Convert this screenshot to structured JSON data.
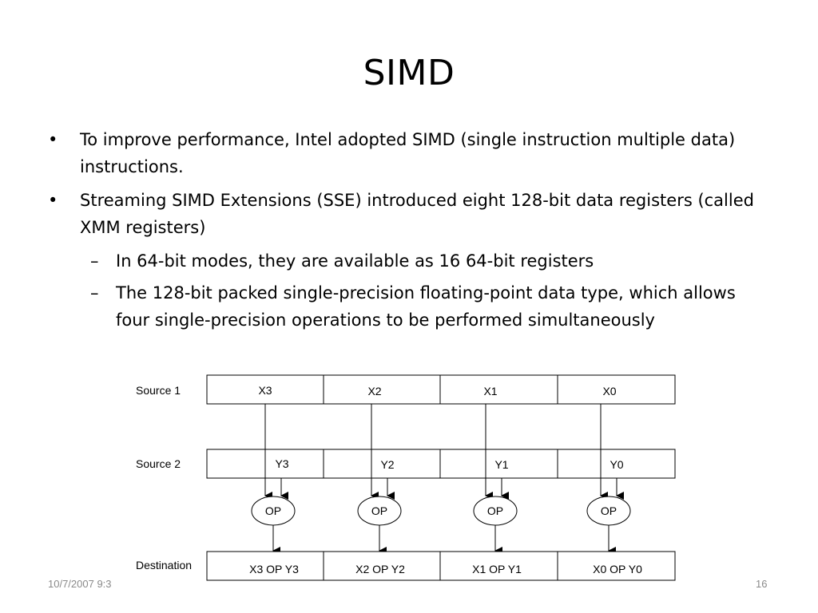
{
  "slide": {
    "title": "SIMD",
    "bullets": [
      {
        "marker": "•",
        "text": "To improve performance, Intel adopted SIMD (single instruction multiple data) instructions."
      },
      {
        "marker": "•",
        "text": "Streaming SIMD Extensions (SSE) introduced eight 128-bit data registers (called XMM registers)",
        "sub": [
          {
            "marker": "–",
            "text": "In 64-bit modes, they are available as 16 64-bit registers"
          },
          {
            "marker": "–",
            "text": "The 128-bit packed single-precision floating-point data type, which allows four single-precision operations to be performed simultaneously"
          }
        ]
      }
    ]
  },
  "diagram": {
    "row_labels": {
      "source1": "Source 1",
      "source2": "Source 2",
      "destination": "Destination"
    },
    "source1_cells": [
      "X3",
      "X2",
      "X1",
      "X0"
    ],
    "source2_cells": [
      "Y3",
      "Y2",
      "Y1",
      "Y0"
    ],
    "op_label": "OP",
    "destination_cells": [
      "X3 OP Y3",
      "X2 OP Y2",
      "X1 OP Y1",
      "X0 OP Y0"
    ]
  },
  "footer": {
    "date": "10/7/2007 9:3",
    "center": "",
    "page": "16"
  }
}
